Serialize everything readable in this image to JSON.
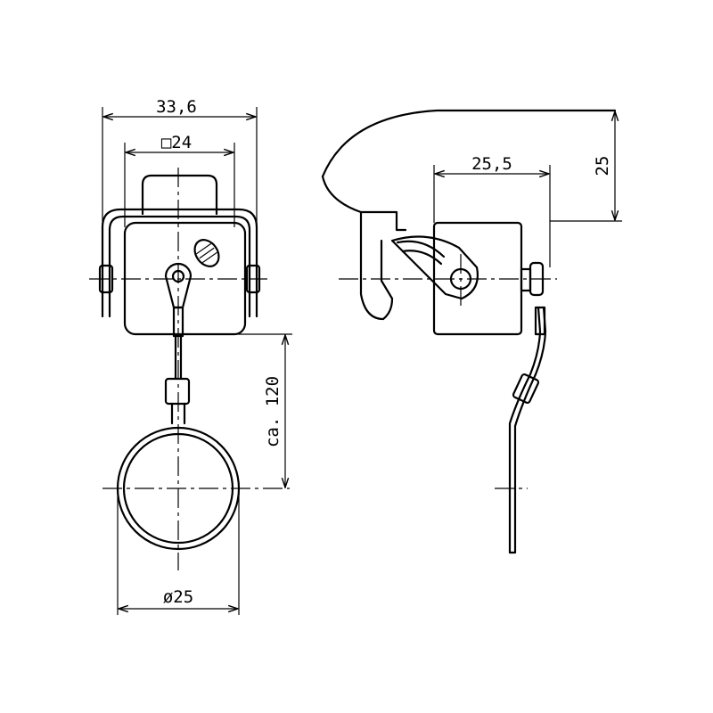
{
  "drawing": {
    "front_view": {
      "width_dimension": "33,6",
      "square_dimension": "□24",
      "cable_length_dimension": "ca. 120",
      "ring_diameter_dimension": "ø25"
    },
    "side_view": {
      "depth_dimension": "25,5",
      "lid_height_dimension": "25"
    },
    "colors": {
      "line": "#000000",
      "background": "#ffffff"
    }
  }
}
